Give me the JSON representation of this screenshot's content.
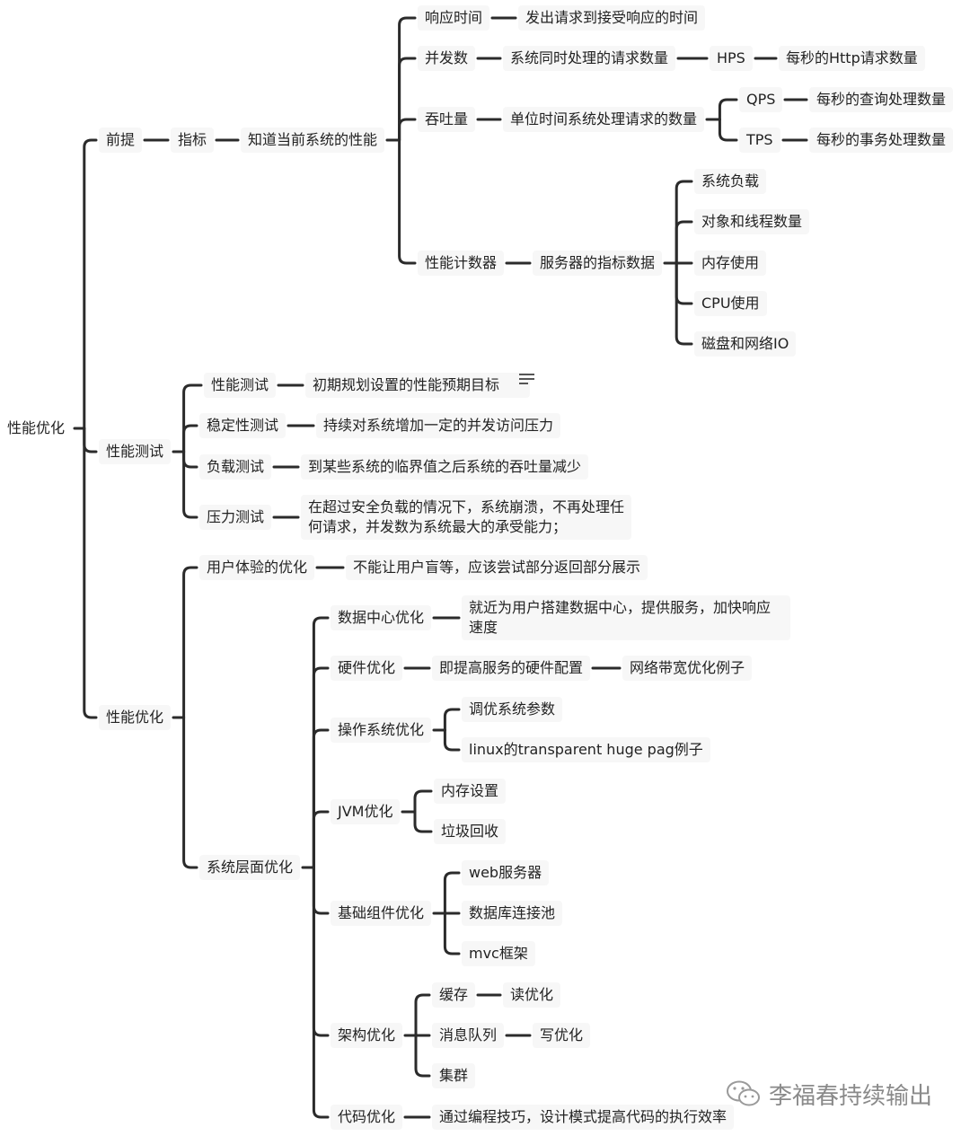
{
  "nodes": {
    "root": "性能优化",
    "premise": "前提",
    "metrics": "指标",
    "know_perf": "知道当前系统的性能",
    "resp_time": "响应时间",
    "resp_time_desc": "发出请求到接受响应的时间",
    "concurrency": "并发数",
    "concurrency_desc": "系统同时处理的请求数量",
    "hps": "HPS",
    "hps_desc": "每秒的Http请求数量",
    "throughput": "吞吐量",
    "throughput_desc": "单位时间系统处理请求的数量",
    "qps": "QPS",
    "qps_desc": "每秒的查询处理数量",
    "tps": "TPS",
    "tps_desc": "每秒的事务处理数量",
    "perf_counter": "性能计数器",
    "server_metrics": "服务器的指标数据",
    "sys_load": "系统负载",
    "obj_threads": "对象和线程数量",
    "mem_usage": "内存使用",
    "cpu_usage": "CPU使用",
    "disk_net_io": "磁盘和网络IO",
    "perf_test_group": "性能测试",
    "perf_test": "性能测试",
    "perf_test_desc": "初期规划设置的性能预期目标",
    "stability_test": "稳定性测试",
    "stability_test_desc": "持续对系统增加一定的并发访问压力",
    "load_test": "负载测试",
    "load_test_desc": "到某些系统的临界值之后系统的吞吐量减少",
    "stress_test": "压力测试",
    "stress_test_desc": "在超过安全负载的情况下，系统崩溃，不再处理任何请求，并发数为系统最大的承受能力；",
    "perf_opt_group": "性能优化",
    "ux_opt": "用户体验的优化",
    "ux_opt_desc": "不能让用户盲等，应该尝试部分返回部分展示",
    "sys_opt": "系统层面优化",
    "dc_opt": "数据中心优化",
    "dc_opt_desc": "就近为用户搭建数据中心，提供服务，加快响应速度",
    "hw_opt": "硬件优化",
    "hw_opt_desc": "即提高服务的硬件配置",
    "hw_example": "网络带宽优化例子",
    "os_opt": "操作系统优化",
    "tune_params": "调优系统参数",
    "linux_thp": "linux的transparent huge pag例子",
    "jvm_opt": "JVM优化",
    "mem_settings": "内存设置",
    "gc": "垃圾回收",
    "base_opt": "基础组件优化",
    "web_server": "web服务器",
    "db_pool": "数据库连接池",
    "mvc": "mvc框架",
    "arch_opt": "架构优化",
    "cache": "缓存",
    "read_opt": "读优化",
    "mq": "消息队列",
    "write_opt": "写优化",
    "cluster": "集群",
    "code_opt": "代码优化",
    "code_opt_desc": "通过编程技巧，设计模式提高代码的执行效率"
  },
  "watermark": "李福春持续输出",
  "colors": {
    "line": "#2b2b2b",
    "node_bg": "#f7f7f7",
    "text": "#222222",
    "watermark": "#8a8a8a"
  }
}
